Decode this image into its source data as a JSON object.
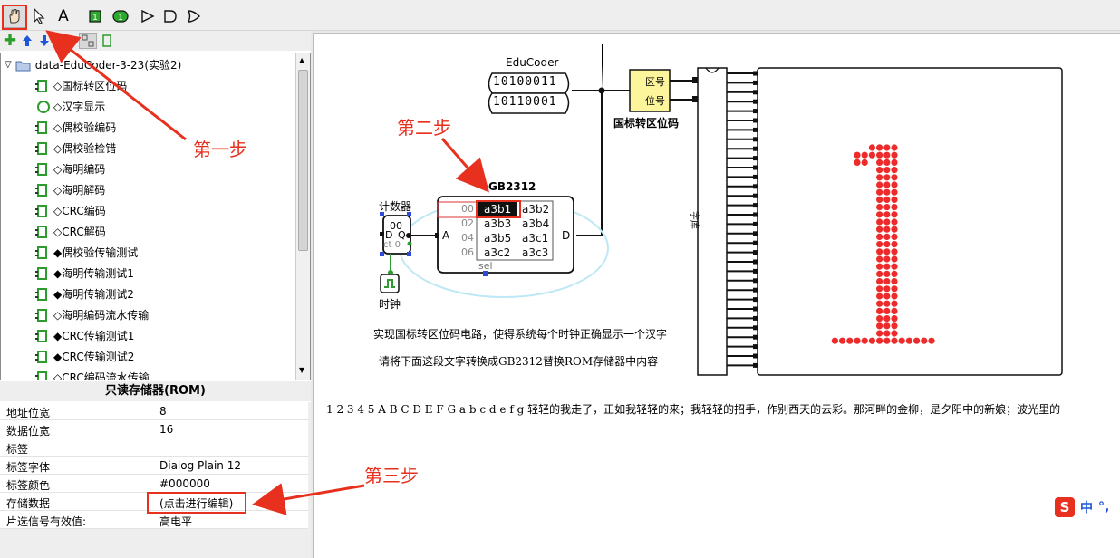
{
  "toolbar": {
    "tools": [
      "hand-tool-icon",
      "pointer-tool-icon",
      "text-tool-icon",
      "input-pin-icon",
      "output-pin-icon",
      "buffer-gate-icon",
      "and-gate-icon",
      "or-gate-icon"
    ],
    "text_tool_glyph": "A"
  },
  "tree": {
    "root_label": "data-EduCoder-3-23(实验2)",
    "items": [
      "◇国标转区位码",
      "◇汉字显示",
      "◇偶校验编码",
      "◇偶校验检错",
      "◇海明编码",
      "◇海明解码",
      "◇CRC编码",
      "◇CRC解码",
      "◆偶校验传输测试",
      "◆海明传输测试1",
      "◆海明传输测试2",
      "◇海明编码流水传输",
      "◆CRC传输测试1",
      "◆CRC传输测试2",
      "◇CRC编码流水传输"
    ]
  },
  "properties": {
    "title": "只读存储器(ROM)",
    "rows": [
      {
        "key": "地址位宽",
        "value": "8"
      },
      {
        "key": "数据位宽",
        "value": "16"
      },
      {
        "key": "标签",
        "value": ""
      },
      {
        "key": "标签字体",
        "value": "Dialog Plain 12"
      },
      {
        "key": "标签颜色",
        "value": "#000000"
      },
      {
        "key": "存储数据",
        "value": "(点击进行编辑)"
      },
      {
        "key": "片选信号有效值:",
        "value": "高电平"
      }
    ]
  },
  "circuit": {
    "educoder_label": "EduCoder",
    "bits_row1": "10100011",
    "bits_row2": "10110001",
    "converter_label": "国标转区位码",
    "converter_port1": "区号",
    "converter_port2": "位号",
    "rom_title": "GB2312",
    "rom_addresses": [
      "00",
      "02",
      "04",
      "06"
    ],
    "rom_cells": [
      "a3b1",
      "a3b2",
      "a3b3",
      "a3b4",
      "a3b5",
      "a3c1",
      "a3c2",
      "a3c3"
    ],
    "rom_port_a": "A",
    "rom_port_d": "D",
    "rom_port_sel": "sel",
    "counter_label": "计数器",
    "counter_value": "00",
    "counter_d": "D",
    "counter_q": "Q",
    "counter_ct": "ct 0",
    "clock_label": "时钟",
    "display_vertical_label": "字库",
    "instruction1": "实现国标转区位码电路，使得系统每个时钟正确显示一个汉字",
    "instruction2": "请将下面这段文字转换成GB2312替换ROM存储器中内容",
    "long_text": "1 2 3 4 5 A B C D E F G a b c d e f g 轻轻的我走了，正如我轻轻的来；我轻轻的招手，作别西天的云彩。那河畔的金柳，是夕阳中的新娘；波光里的"
  },
  "annotations": {
    "step1": "第一步",
    "step2": "第二步",
    "step3": "第三步"
  },
  "ime": {
    "label": "中",
    "punct": "°,"
  },
  "colors": {
    "annotation_red": "#e8301e",
    "wire_green": "#2e9b2e",
    "led_red": "#ee2b2b",
    "converter_yellow": "#fdf59b",
    "selection_blue": "#2d4bd8"
  }
}
